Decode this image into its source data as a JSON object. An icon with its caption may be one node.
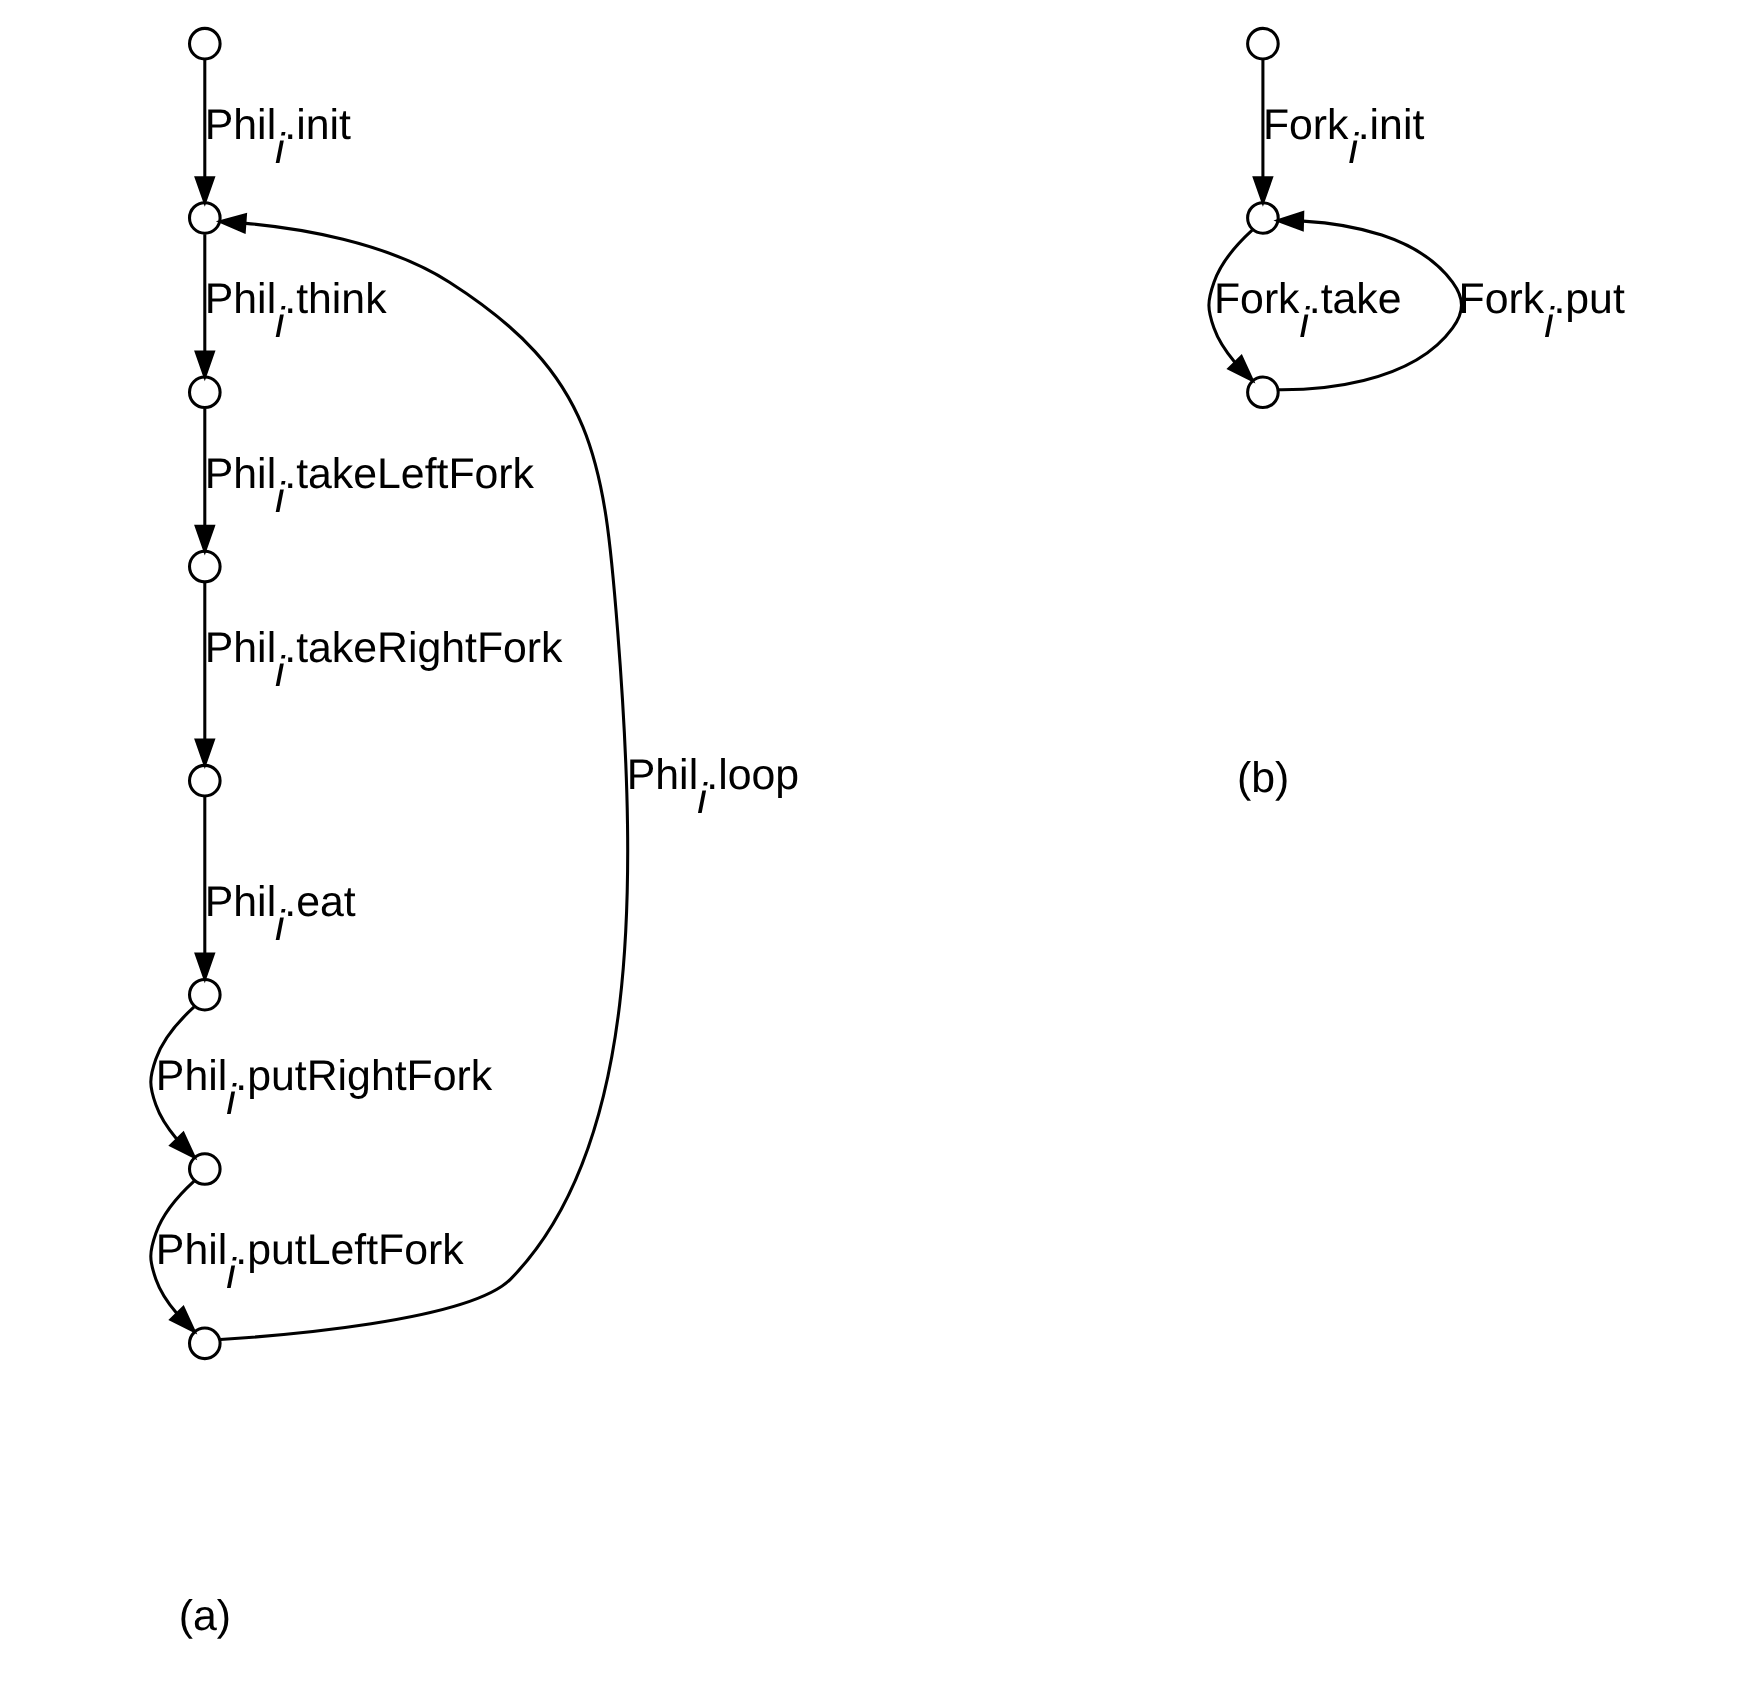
{
  "diagram": {
    "nodes": [
      {
        "text": [],
        "shape": "circle"
      },
      {
        "text": [],
        "shape": "circle"
      },
      {
        "text": [],
        "shape": "circle"
      },
      {
        "text": [],
        "shape": "circle"
      },
      {
        "text": [],
        "shape": "circle"
      },
      {
        "text": [],
        "shape": "circle"
      },
      {
        "text": [],
        "shape": "circle"
      },
      {
        "text": [],
        "shape": "circle"
      },
      {
        "text": [],
        "shape": "circle"
      },
      {
        "text": [],
        "shape": "circle"
      },
      {
        "text": [],
        "shape": "circle"
      }
    ],
    "edges": [
      {
        "from": 0,
        "to": 1,
        "arrow": "to",
        "label": "Phil$_{i}$.init"
      },
      {
        "from": 1,
        "to": 2,
        "arrow": "to",
        "label": "Phil$_{i}$.think"
      },
      {
        "from": 2,
        "to": 3,
        "arrow": "to",
        "label": "Phil$_{i}$.takeLeftFork"
      },
      {
        "from": 3,
        "to": 4,
        "arrow": "to",
        "label": "Phil$_{i}$.takeRightFork"
      },
      {
        "from": 4,
        "to": 5,
        "arrow": "to",
        "label": "Phil$_{i}$.eat"
      },
      {
        "from": 5,
        "to": 6,
        "arrow": "to",
        "label": "Phil$_{i}$.putRightFork"
      },
      {
        "from": 6,
        "to": 7,
        "arrow": "to",
        "label": "Phil$_{i}$.putLeftFork"
      },
      {
        "from": 7,
        "to": 1,
        "arrow": "to",
        "label": "Phil$_{i}$.loop"
      },
      {
        "from": 8,
        "to": 9,
        "arrow": "to",
        "label": "Fork$_{i}$.init"
      },
      {
        "from": 9,
        "to": 10,
        "arrow": "to",
        "label": "Fork$_{i}$.take"
      },
      {
        "from": 10,
        "to": 9,
        "arrow": "to",
        "label": "Fork$_{i}$.put"
      }
    ],
    "labels": [
      "(a)",
      "(b)"
    ]
  }
}
